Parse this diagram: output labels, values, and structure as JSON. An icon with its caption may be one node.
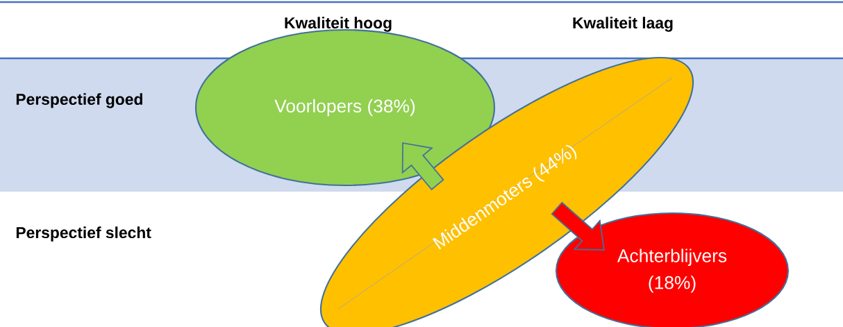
{
  "diagram": {
    "nodes": [
      {
        "text": [
          "Voorlopers (38%)"
        ]
      },
      {
        "text": [
          "Middenmoters (44%)"
        ]
      },
      {
        "text": [
          "Achterblijvers (18%)"
        ]
      }
    ],
    "edges": [
      {
        "from": 1,
        "to": 0,
        "arrow": "to",
        "style": "thick",
        "color": "#92d050"
      },
      {
        "from": 1,
        "to": 2,
        "arrow": "to",
        "style": "thick",
        "color": "#ff0000"
      }
    ],
    "labels": [
      "Kwaliteit hoog",
      "Kwaliteit laag",
      "Perspectief goed",
      "Perspectief slecht"
    ]
  }
}
